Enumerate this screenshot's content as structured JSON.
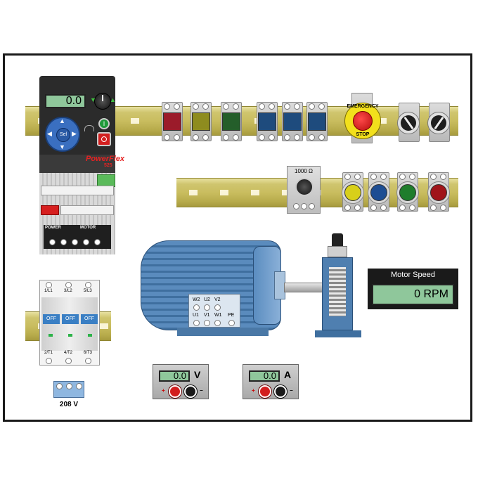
{
  "drive": {
    "display_value": "0.0",
    "brand": "PowerFlex",
    "model": "525",
    "power_label": "POWER",
    "motor_label": "MOTOR",
    "sel_label": "Sel"
  },
  "pilot_lights_top": [
    {
      "color": "#9b1b2a"
    },
    {
      "color": "#8e8c1f"
    },
    {
      "color": "#245e2a"
    },
    {
      "color": "#1e4b7d"
    },
    {
      "color": "#1e4b7d"
    },
    {
      "color": "#1e4b7d"
    }
  ],
  "estop": {
    "top_text": "EMERGENCY",
    "bottom_text": "STOP"
  },
  "pot": {
    "label": "1000 Ω"
  },
  "pilot_lights_round": [
    {
      "color": "#d8cf1a"
    },
    {
      "color": "#1d4d93"
    },
    {
      "color": "#1f7d2c"
    },
    {
      "color": "#a0141a"
    }
  ],
  "breaker": {
    "top_labels": [
      "1/L1",
      "3/L2",
      "5/L3"
    ],
    "bottom_labels": [
      "2/T1",
      "4/T2",
      "6/T3"
    ],
    "handle_label": "OFF"
  },
  "supply_label": "208 V",
  "motor_terminals": {
    "row1": [
      "W2",
      "U2",
      "V2"
    ],
    "row2": [
      "U1",
      "V1",
      "W1"
    ],
    "pe": "PE"
  },
  "speed_display": {
    "title": "Motor Speed",
    "value": "0 RPM"
  },
  "voltmeter": {
    "value": "0.0",
    "unit": "V",
    "plus": "+",
    "minus": "−"
  },
  "ammeter": {
    "value": "0.0",
    "unit": "A",
    "plus": "+",
    "minus": "−"
  },
  "colors": {
    "panel_border": "#1a1a1a",
    "motor_blue": "#4f7fb0",
    "lcd_green": "#8fc79b"
  }
}
